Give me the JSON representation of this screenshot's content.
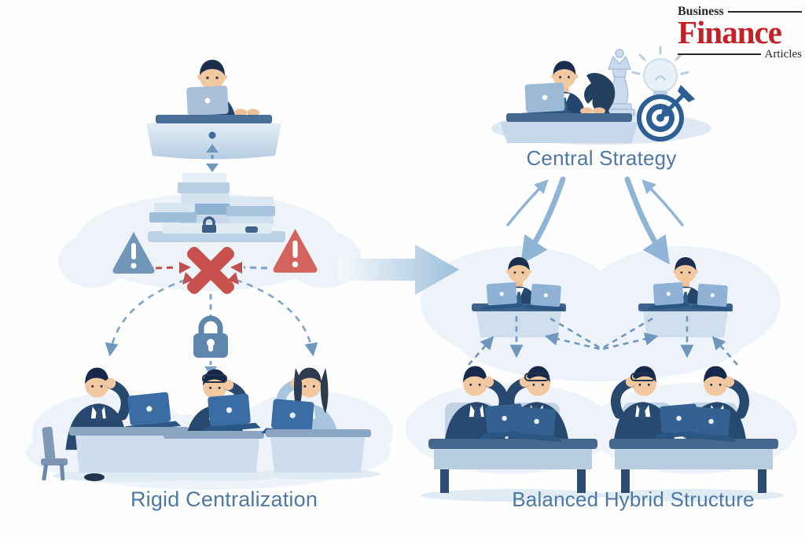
{
  "image_type": "editorial-illustration",
  "brand": {
    "line1": "Business",
    "word": "Finance",
    "line2": "Articles",
    "finance_color": "#c32127",
    "secondary_color": "#2b2627"
  },
  "captions": {
    "central_strategy": "Central Strategy",
    "left": "Rigid Centralization",
    "right": "Balanced Hybrid Structure",
    "text_color": "#4d78a3"
  },
  "left_scene": {
    "caption": "Rigid Centralization",
    "elements": [
      "executive-at-desk",
      "double-headed-dashed-arrow",
      "paperwork-stack",
      "blue-warning-triangle",
      "red-warning-triangle",
      "blocked-red-cross",
      "padlock",
      "dashed-blocked-communication-arcs",
      "frustrated-worker-1",
      "frustrated-worker-2",
      "frustrated-worker-3"
    ]
  },
  "right_scene": {
    "heading": "Central Strategy",
    "caption": "Balanced Hybrid Structure",
    "elements": [
      "executive-at-desk",
      "chess-knight",
      "chess-queen",
      "lightbulb",
      "target-with-dart",
      "two-way-curved-arrows",
      "middle-manager-left",
      "middle-manager-right",
      "dashed-network-arrows",
      "worker-team-left",
      "worker-team-right"
    ]
  },
  "transition": {
    "symbol": "large-right-arrow"
  },
  "palette": {
    "navy": "#24466e",
    "steel_blue": "#6f96bc",
    "light_blue": "#c9dbec",
    "cloud": "#edf3f9",
    "red": "#c7504c",
    "skin": "#f2c8a0",
    "background": "#ffffff"
  }
}
